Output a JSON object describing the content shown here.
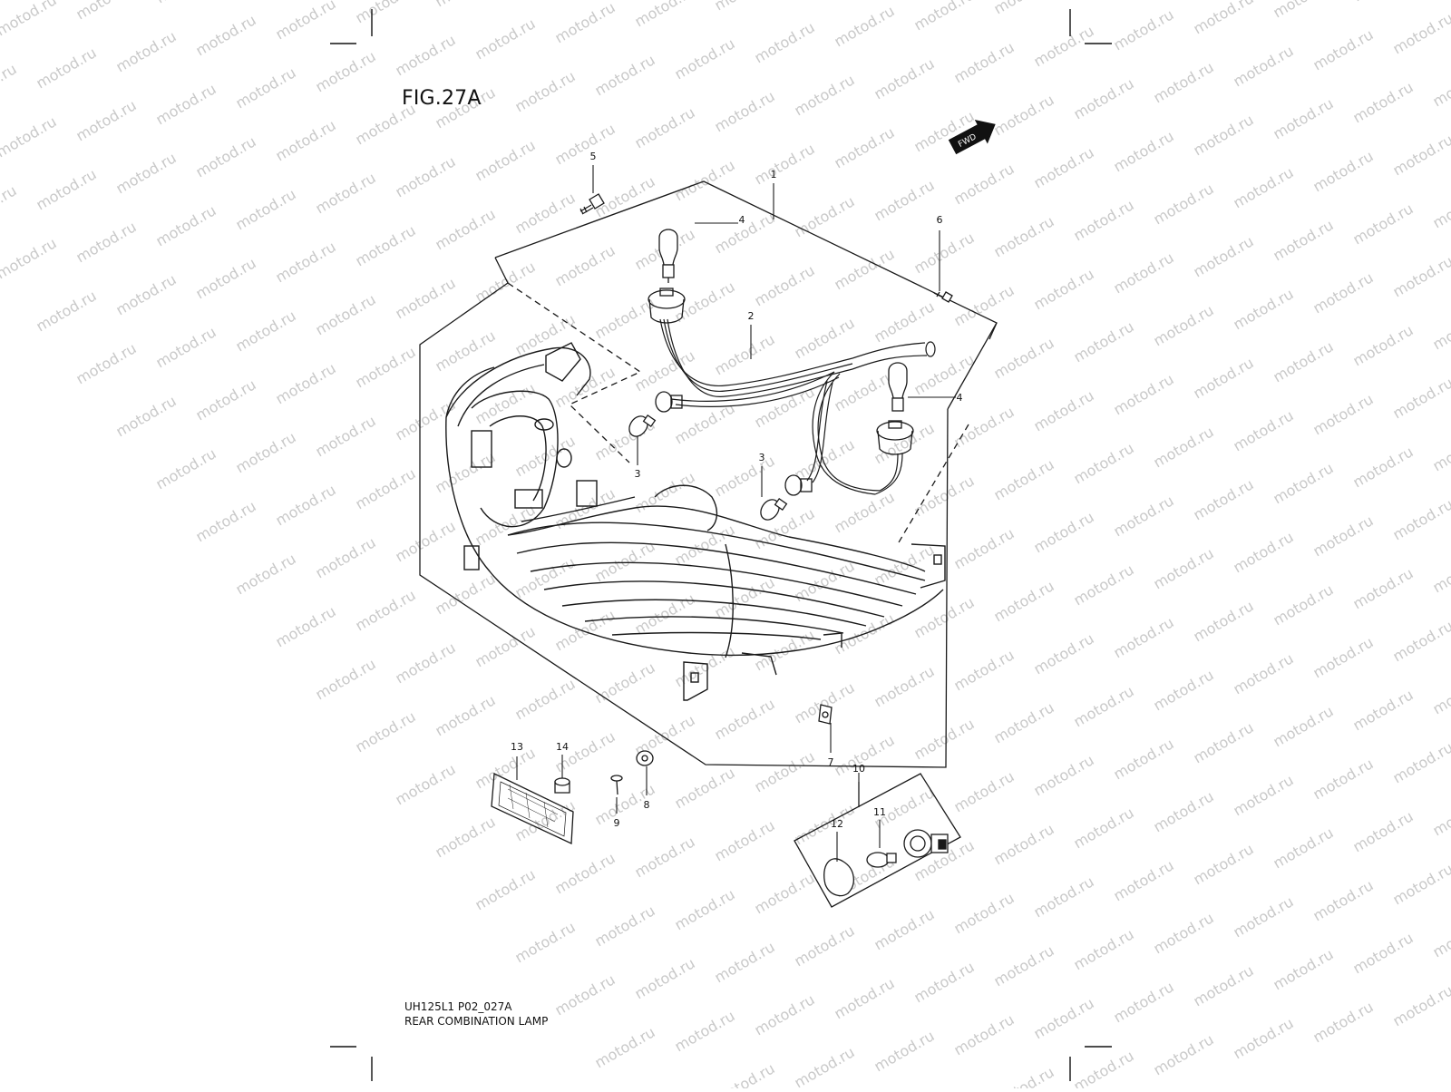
{
  "figure": {
    "title": "FIG.27A",
    "drawing_code": "UH125L1 P02_027A",
    "caption": "REAR COMBINATION LAMP",
    "watermark": "motod.ru",
    "direction_badge": "FWD"
  },
  "callouts": [
    "1",
    "2",
    "3",
    "3",
    "4",
    "4",
    "5",
    "6",
    "7",
    "8",
    "9",
    "10",
    "11",
    "12",
    "13",
    "14"
  ],
  "colors": {
    "line": "#1a1a1a",
    "watermark": "#c9c9c9",
    "background": "#ffffff"
  }
}
